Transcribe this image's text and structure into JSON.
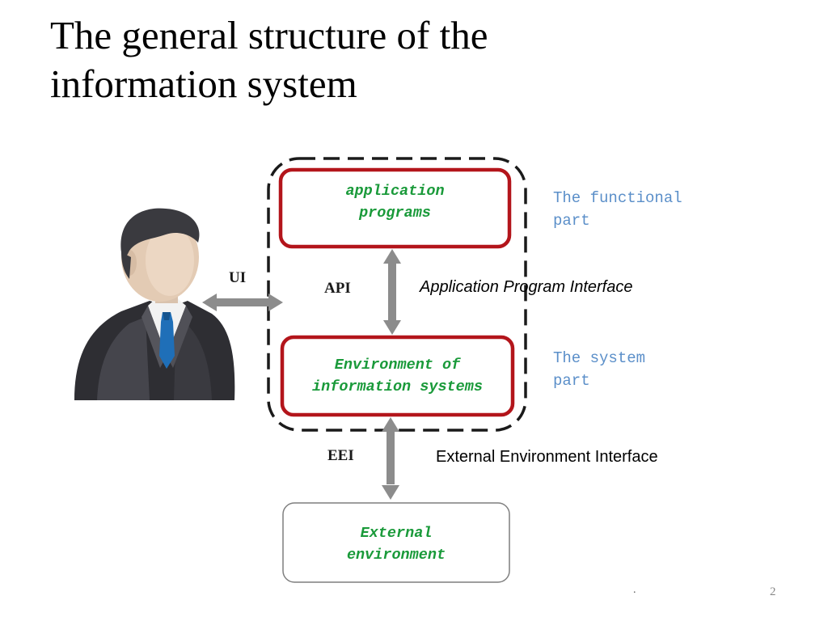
{
  "slide": {
    "title_line1": "The general structure of the",
    "title_line2": "information system",
    "page_number": "2",
    "footer_dot": "."
  },
  "diagram": {
    "boxes": {
      "application_line1": "application",
      "application_line2": "programs",
      "environment_line1": "Environment of",
      "environment_line2": "information systems",
      "external_line1": "External",
      "external_line2": "environment"
    },
    "side_labels": {
      "functional_line1": "The functional",
      "functional_line2": "part",
      "system_line1": "The system",
      "system_line2": "part"
    },
    "tags": {
      "ui": "UI",
      "api": "API",
      "eei": "EEI"
    },
    "interfaces": {
      "api_full": "Application Program Interface",
      "eei_full": "External Environment Interface"
    },
    "colors": {
      "box_border": "#b3151b",
      "box_text": "#1a9a3a",
      "side_label": "#5b8fc9",
      "arrow": "#8c8c8c"
    },
    "icons": {
      "user": "businessman-icon"
    }
  }
}
